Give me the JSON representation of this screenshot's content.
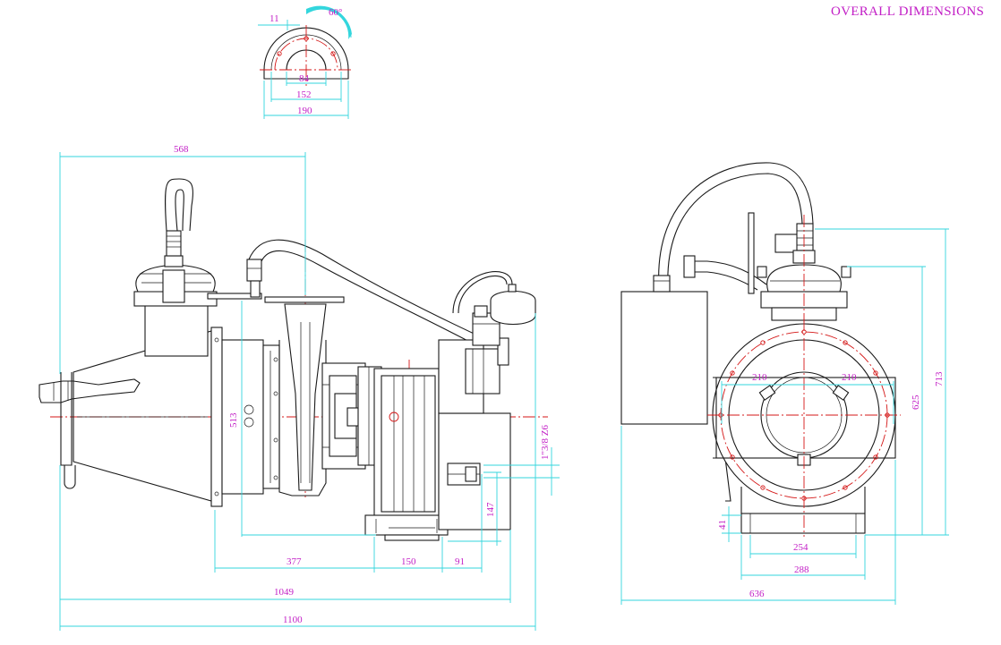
{
  "title": "OVERALL DIMENSIONS",
  "colors": {
    "dimension_line": "#33d6dd",
    "dimension_text": "#c21fc6",
    "centerline": "#d41717",
    "outline": "#1a1a1a"
  },
  "flange_view": {
    "dims": {
      "offset": "11",
      "angle": "60°",
      "inner": "84",
      "bolt_circle": "152",
      "outer": "190"
    }
  },
  "side_view": {
    "dims": {
      "top_length": "568",
      "flange_height": "513",
      "seg_377": "377",
      "seg_150": "150",
      "seg_91": "91",
      "length_1049": "1049",
      "length_1100": "1100",
      "height_147": "147",
      "thread": "1\"3/8 Z6"
    }
  },
  "front_view": {
    "dims": {
      "left_210": "210",
      "right_210": "210",
      "height_625": "625",
      "height_713": "713",
      "height_41": "41",
      "width_254": "254",
      "width_288": "288",
      "width_636": "636"
    }
  }
}
